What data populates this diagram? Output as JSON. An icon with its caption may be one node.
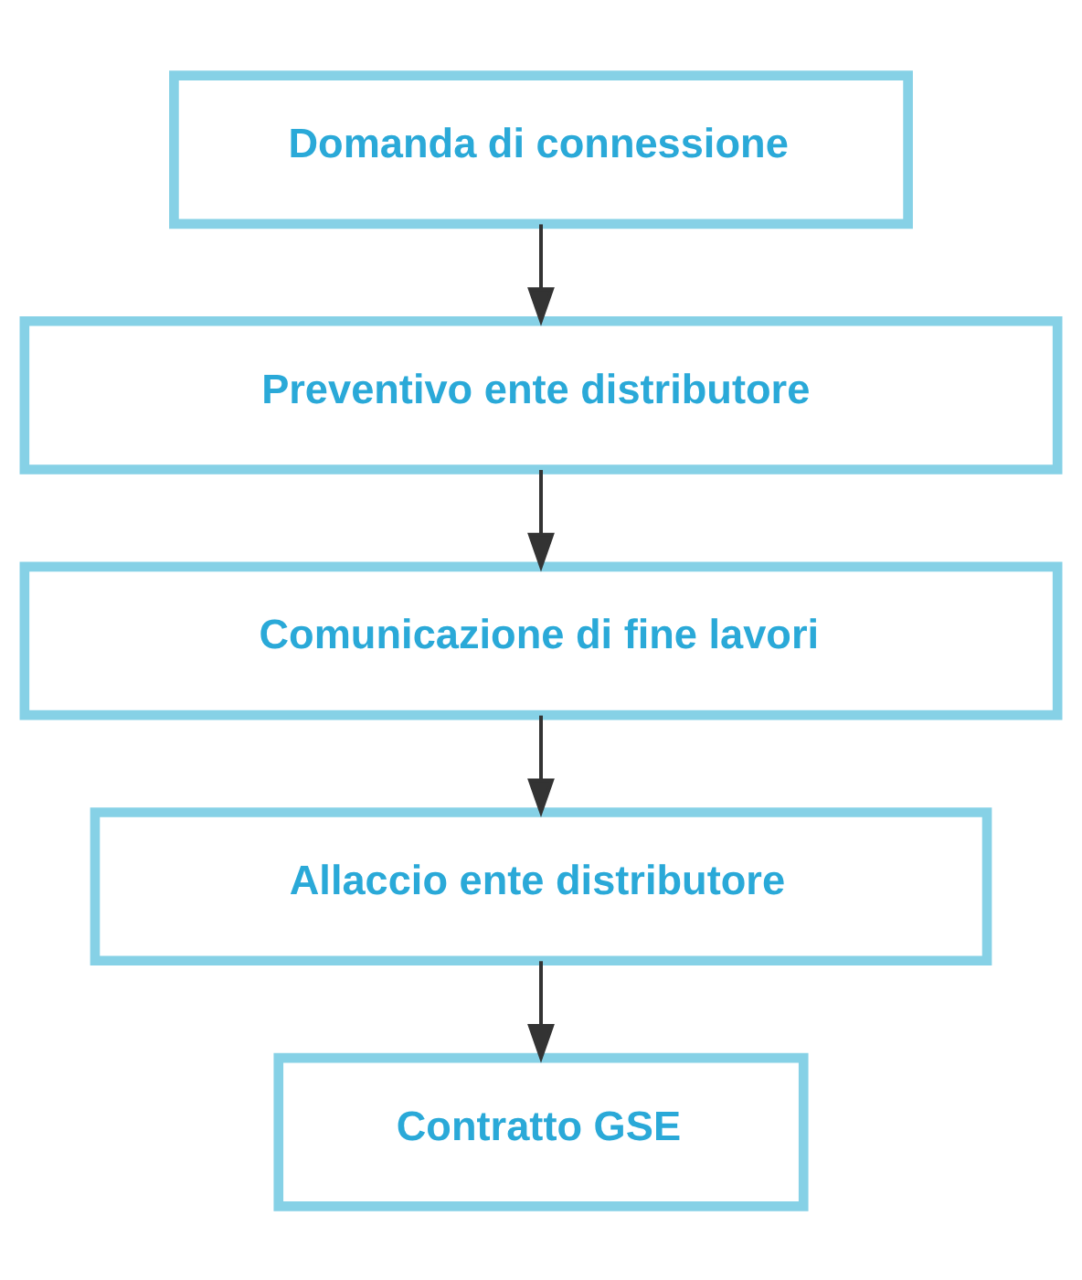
{
  "diagram": {
    "nodes": [
      {
        "text": [
          "Domanda di connessione"
        ]
      },
      {
        "text": [
          "Preventivo ente distributore"
        ]
      },
      {
        "text": [
          "Comunicazione di fine lavori"
        ]
      },
      {
        "text": [
          "Allaccio ente distributore"
        ]
      },
      {
        "text": [
          "Contratto GSE"
        ]
      }
    ],
    "edges": [
      {
        "from": 0,
        "to": 1,
        "arrow": "to"
      },
      {
        "from": 1,
        "to": 2,
        "arrow": "to"
      },
      {
        "from": 2,
        "to": 3,
        "arrow": "to"
      },
      {
        "from": 3,
        "to": 4,
        "arrow": "to"
      }
    ]
  }
}
